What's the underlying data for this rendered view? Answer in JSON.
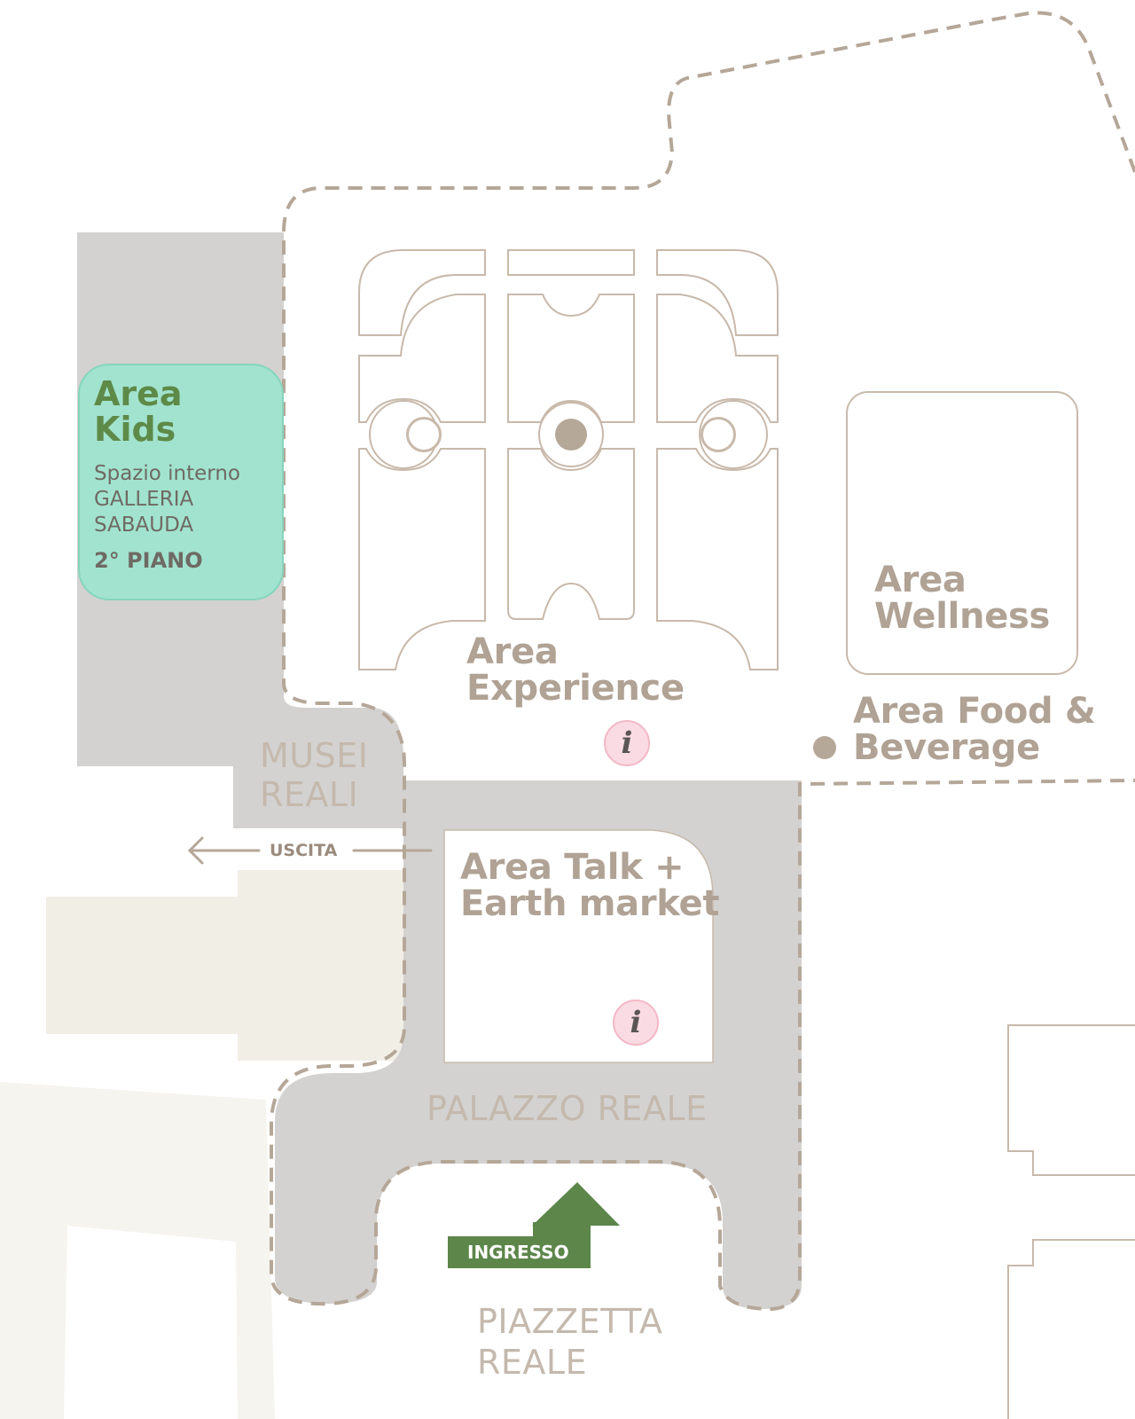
{
  "colors": {
    "grey_zone": "#d3d2d1",
    "kids_fill": "#a1e3cf",
    "kids_border": "#86d4bc",
    "outline": "#c8b9aa",
    "dashed_boundary": "#b5a798",
    "ingresso_arrow": "#5d864a",
    "info_badge": "#fbdbe3",
    "beige_building": "#f1eee6"
  },
  "areas": {
    "kids": {
      "title_line1": "Area",
      "title_line2": "Kids",
      "sub_line1": "Spazio interno",
      "sub_line2": "GALLERIA",
      "sub_line3": "SABAUDA",
      "floor": "2° PIANO"
    },
    "experience": {
      "line1": "Area",
      "line2": "Experience"
    },
    "wellness": {
      "line1": "Area",
      "line2": "Wellness"
    },
    "food": {
      "line1": "Area Food &",
      "line2": "Beverage"
    },
    "talk": {
      "line1": "Area Talk +",
      "line2": "Earth market"
    }
  },
  "places": {
    "musei_line1": "MUSEI",
    "musei_line2": "REALI",
    "palazzo": "PALAZZO REALE",
    "piazzetta_line1": "PIAZZETTA",
    "piazzetta_line2": "REALE"
  },
  "signs": {
    "uscita": "USCITA",
    "ingresso": "INGRESSO",
    "info_glyph": "i"
  },
  "icons": {
    "info": "info-icon",
    "exit_arrow": "arrow-left-icon",
    "entrance_arrow": "arrow-up-icon",
    "food_marker": "dot-marker-icon"
  }
}
